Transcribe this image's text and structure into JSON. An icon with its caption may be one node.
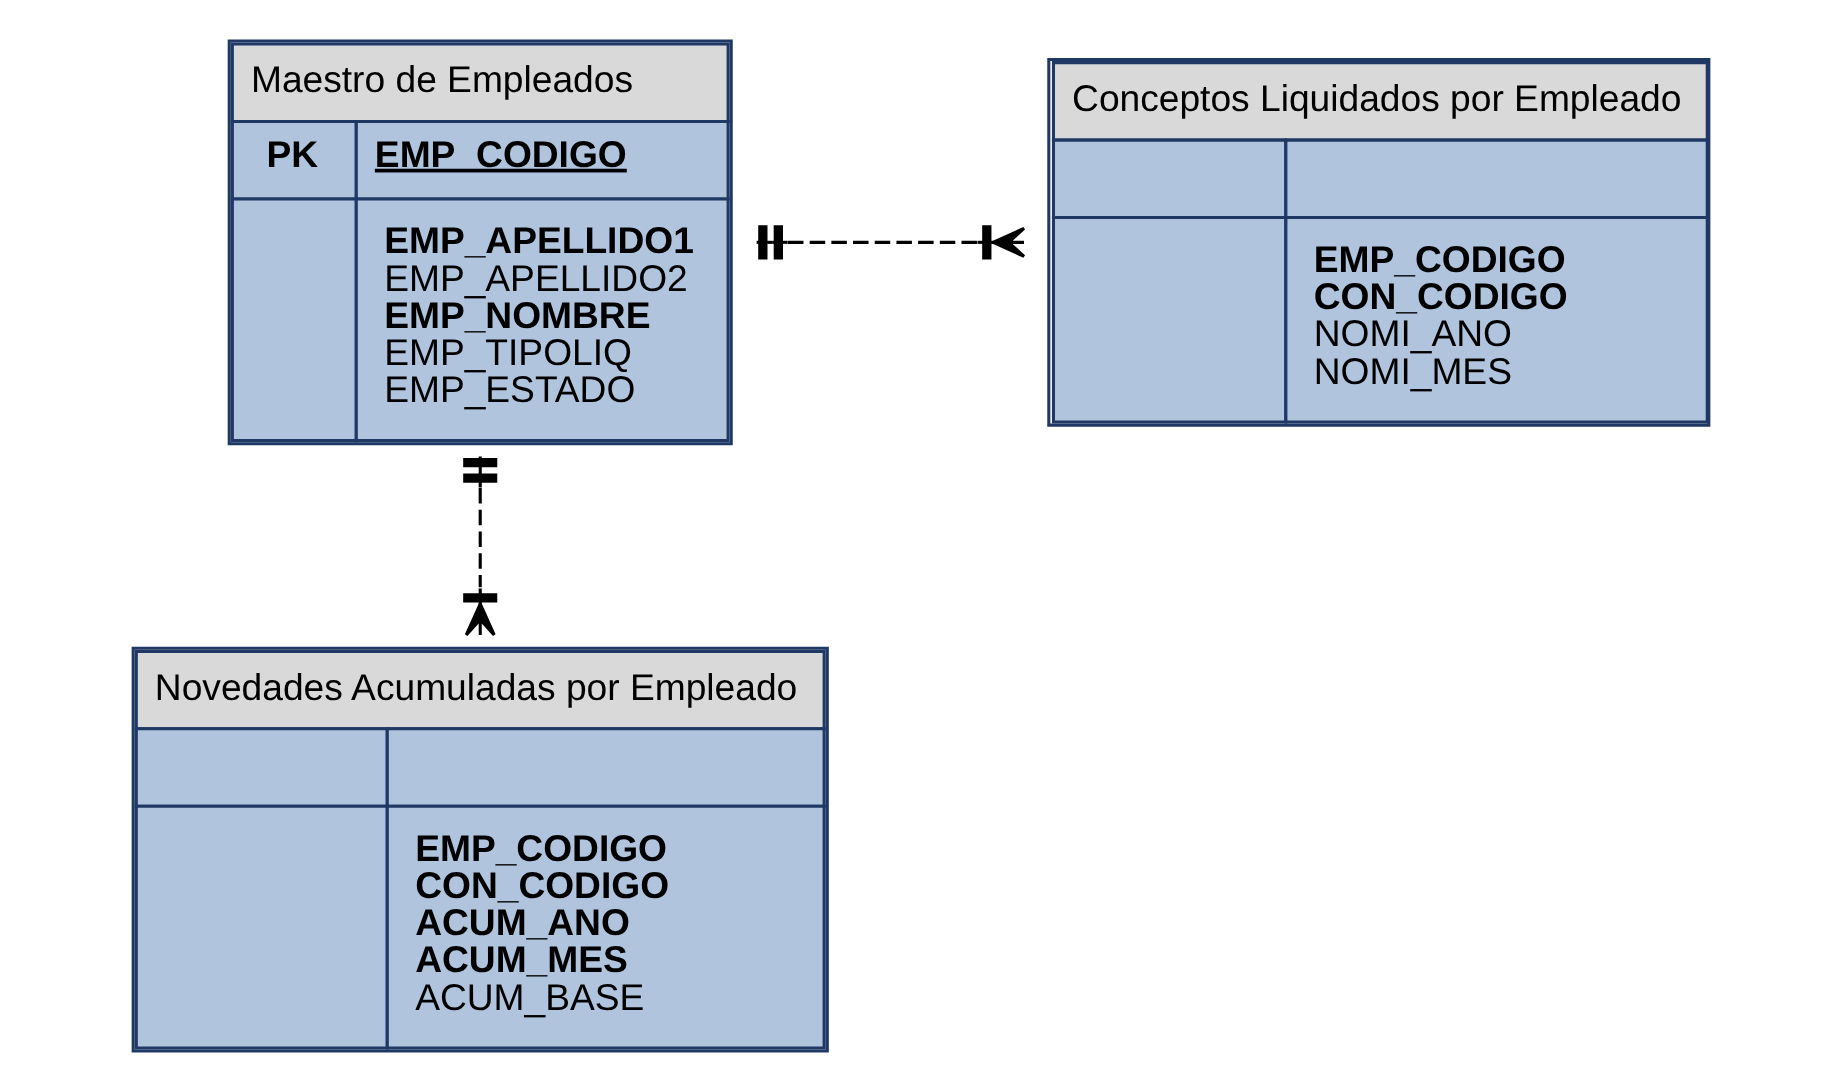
{
  "diagram": {
    "nodes": [
      {
        "text": [
          "Maestro de Empleados",
          "PK",
          "EMP_CODIGO",
          "EMP_APELLIDO1",
          "EMP_APELLIDO2",
          "EMP_NOMBRE",
          "EMP_TIPOLIQ",
          "EMP_ESTADO"
        ]
      },
      {
        "text": [
          "Conceptos Liquidados por Empleado",
          "EMP_CODIGO",
          "CON_CODIGO",
          "NOMI_ANO",
          "NOMI_MES"
        ]
      },
      {
        "text": [
          "Novedades Acumuladas por Empleado",
          "EMP_CODIGO",
          "CON_CODIGO",
          "ACUM_ANO",
          "ACUM_MES",
          "ACUM_BASE"
        ]
      }
    ],
    "edges": [
      {
        "from": 0,
        "to": 1,
        "arrow": "other",
        "style": "dashed"
      },
      {
        "from": 0,
        "to": 2,
        "arrow": "other",
        "style": "dashed"
      }
    ]
  }
}
